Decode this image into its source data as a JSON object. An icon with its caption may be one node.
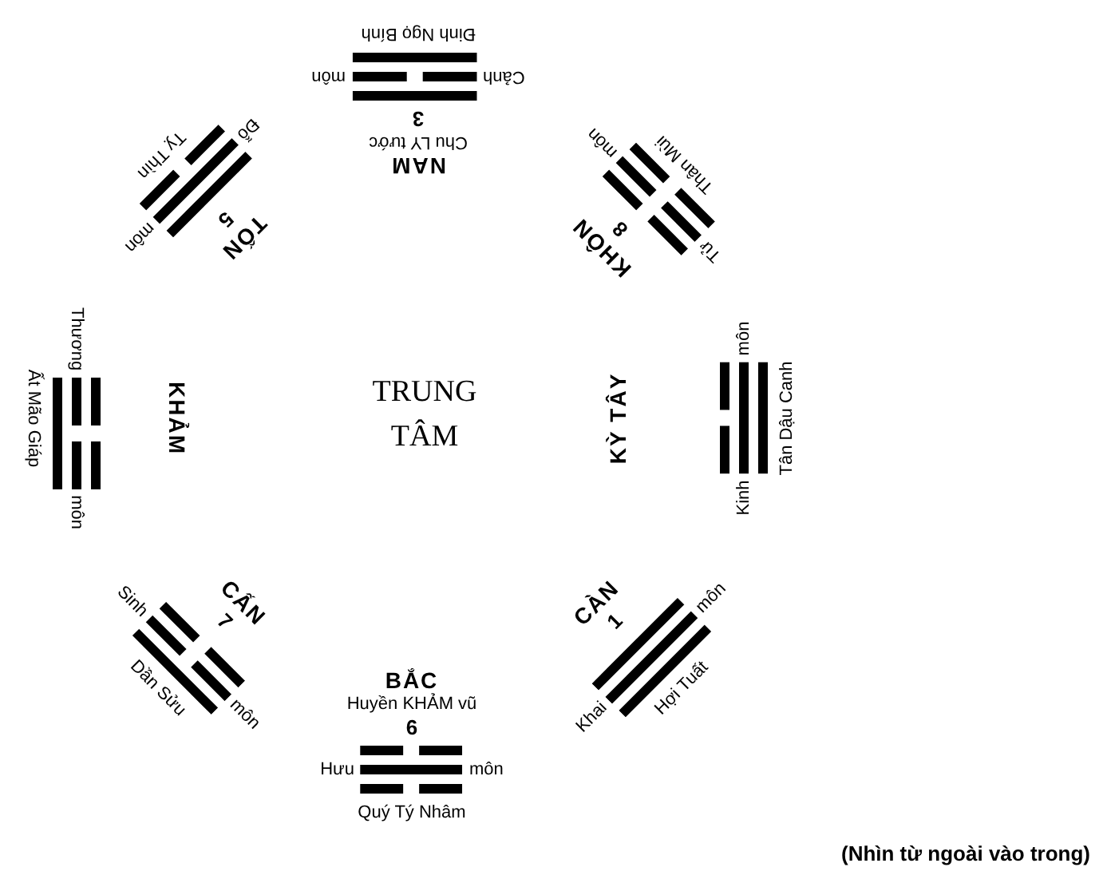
{
  "diagram": {
    "caption": "(Nhìn từ ngoài vào trong)",
    "labels": [
      "Đinh Ngọ Bính",
      "Cảnh",
      "môn",
      "3",
      "Chu LY tước",
      "NAM",
      "Tỵ Thìn",
      "Đỗ",
      "môn",
      "5",
      "TỐN",
      "Thân Mùi",
      "Tử",
      "môn",
      "8",
      "KHÔN",
      "Ất Mão Giáp",
      "Thương",
      "môn",
      "KHẢM",
      "TRUNG TÂM",
      "KỲ TÂY",
      "Kinh",
      "môn",
      "Tân Dậu Canh",
      "CẤN",
      "7",
      "Sinh",
      "môn",
      "Dần Sửu",
      "CÀN",
      "1",
      "Khai",
      "môn",
      "Hợi Tuất",
      "BẮC",
      "Huyền KHẢM vũ",
      "6",
      "Hưu",
      "môn",
      "Quý Tý Nhâm"
    ]
  }
}
